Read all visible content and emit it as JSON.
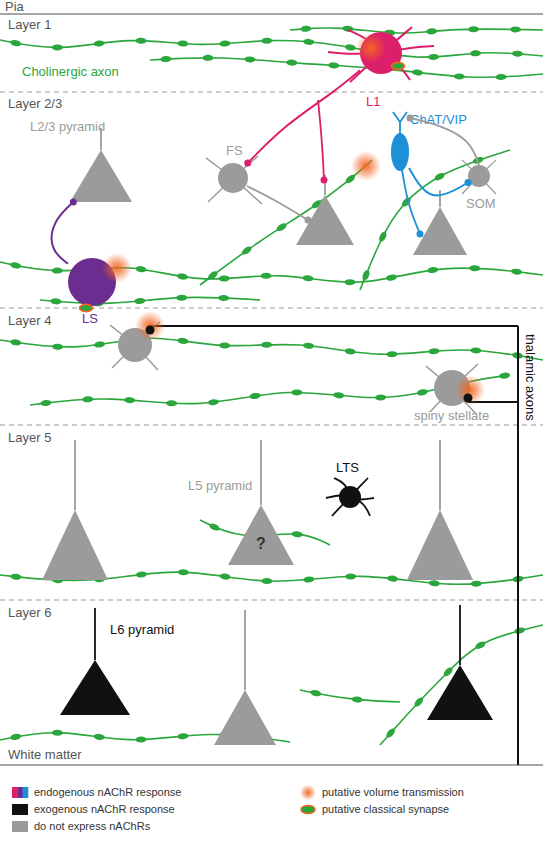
{
  "diagram": {
    "nodes": [
      {
        "text": [
          "Layer 1"
        ]
      },
      {
        "text": [
          "L1"
        ],
        "in": 0
      },
      {
        "text": [
          "Layer 2/3"
        ]
      },
      {
        "text": [
          "L2/3 pyramid"
        ],
        "in": 2
      },
      {
        "text": [
          "FS"
        ],
        "in": 2
      },
      {
        "text": [
          "ChAT/VIP"
        ],
        "in": 2
      },
      {
        "text": [
          "SOM"
        ],
        "in": 2
      },
      {
        "text": [
          "LS"
        ],
        "in": 2
      },
      {
        "text": [
          "Layer 4"
        ]
      },
      {
        "text": [
          "spiny stellate"
        ],
        "in": 8
      },
      {
        "text": [
          "Layer 5"
        ]
      },
      {
        "text": [
          "L5 pyramid",
          "?"
        ],
        "in": 10
      },
      {
        "text": [
          "LTS"
        ],
        "in": 10
      },
      {
        "text": [
          "Layer 6"
        ]
      },
      {
        "text": [
          "L6 pyramid"
        ],
        "in": 13
      }
    ],
    "edges": [
      {
        "from": 1,
        "to": 4,
        "arrow": "none"
      },
      {
        "from": 7,
        "to": 3,
        "arrow": "none"
      },
      {
        "from": 5,
        "to": 6,
        "arrow": "none"
      }
    ],
    "labels": [
      "Pia",
      "Cholinergic axon",
      "thalamic axons",
      "White matter"
    ],
    "legend": [
      {
        "text": "endogenous nAChR response"
      },
      {
        "text": "exogenous nAChR response",
        "color": "#111111"
      },
      {
        "text": "do not express nAChRs",
        "color": "#9b9b9b"
      },
      {
        "text": "putative volume transmission"
      },
      {
        "text": "putative classical synapse"
      }
    ]
  }
}
